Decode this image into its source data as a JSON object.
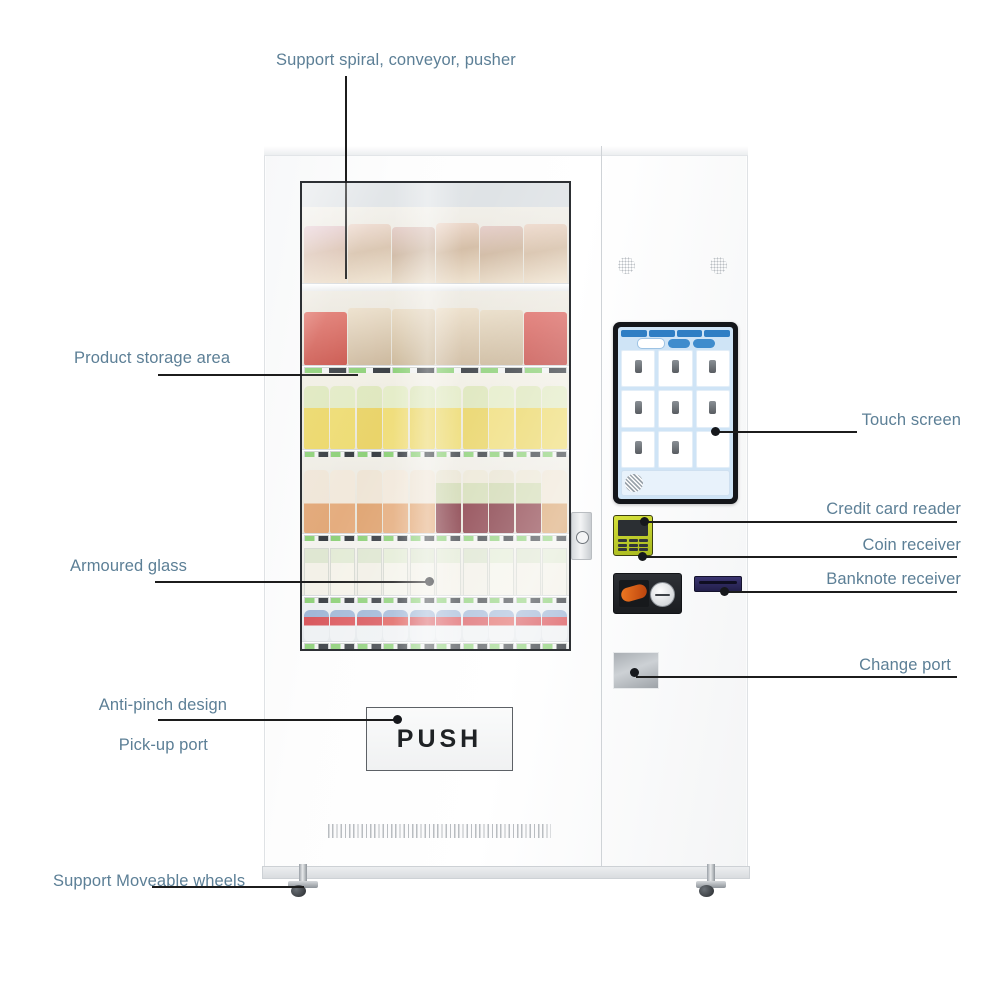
{
  "diagram": {
    "title": "Vending machine annotated diagram",
    "accent_color": "#5c7f96",
    "leader_color": "#1c1c1c"
  },
  "annotations": {
    "top": {
      "label": "Support spiral, conveyor, pusher"
    },
    "left": [
      {
        "label": "Product storage area"
      },
      {
        "label": "Armoured glass"
      },
      {
        "label_line1": "Anti-pinch design",
        "label_line2": "Pick-up port"
      },
      {
        "label": "Support Moveable wheels"
      }
    ],
    "right": [
      {
        "label": "Touch screen"
      },
      {
        "label": "Credit card reader"
      },
      {
        "label": "Coin receiver"
      },
      {
        "label": "Banknote receiver"
      },
      {
        "label": "Change port"
      }
    ]
  },
  "machine": {
    "door": {
      "push_label": "PUSH"
    },
    "shelves": [
      {
        "name": "shelf-1-sandwiches",
        "items": 6,
        "priced": false
      },
      {
        "name": "shelf-2-sandwiches",
        "items": 6,
        "priced": true
      },
      {
        "name": "shelf-3-bottles",
        "items": 10,
        "priced": true
      },
      {
        "name": "shelf-4-bottles",
        "items": 10,
        "priced": true
      },
      {
        "name": "shelf-5-packs",
        "items": 10,
        "priced": true
      },
      {
        "name": "shelf-6-packs",
        "items": 10,
        "priced": true
      }
    ],
    "speakers": 2,
    "feet": 2
  },
  "touch_screen": {
    "nav_buttons": 4,
    "filter_chips": 3,
    "product_grid_rows": 3,
    "product_grid_cols": 3,
    "products_shown": 8
  }
}
